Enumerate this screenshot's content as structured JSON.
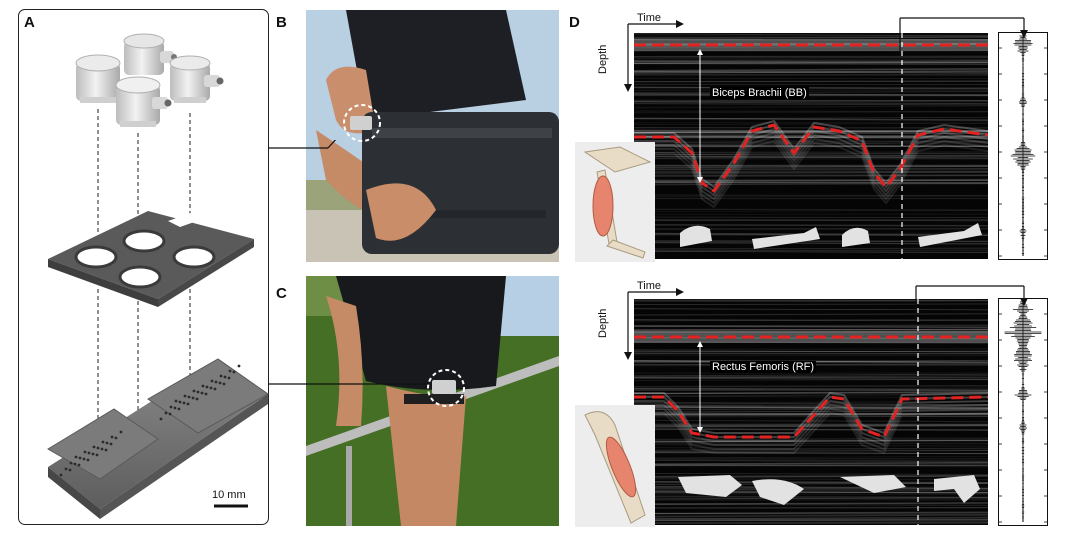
{
  "panels": {
    "a": "A",
    "b": "B",
    "c": "C",
    "d": "D"
  },
  "scale_bar": "10 mm",
  "top_plot": {
    "time_label": "Time",
    "depth_label": "Depth",
    "muscle_label": "Biceps Brachii (BB)"
  },
  "bottom_plot": {
    "time_label": "Time",
    "depth_label": "Depth",
    "muscle_label": "Rectus Femoris (RF)"
  },
  "colors": {
    "boundary": "#e32222",
    "device_gray": "#6a6a6a",
    "grass": "#3f6e22",
    "sky": "#b7cfe6"
  }
}
